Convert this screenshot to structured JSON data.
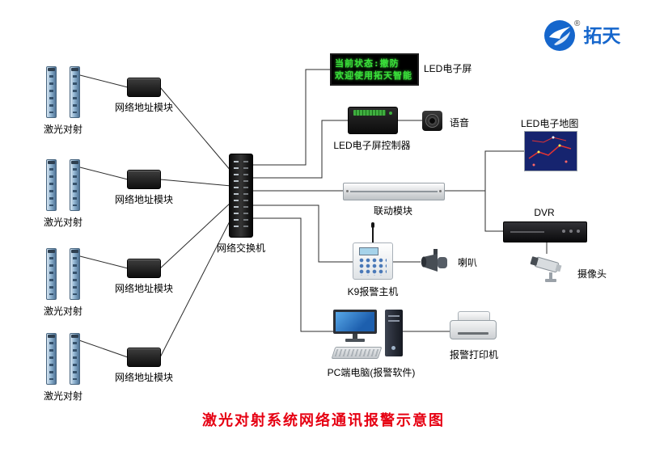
{
  "title": "激光对射系统网络通讯报警示意图",
  "logo": {
    "brand": "拓天",
    "registered": "®"
  },
  "colors": {
    "title_red": "#e60012",
    "led_green": "#3ae03a",
    "logo_blue": "#1566cc",
    "map_blue": "#16246f"
  },
  "laser_pairs": [
    {
      "label": "激光对射"
    },
    {
      "label": "激光对射"
    },
    {
      "label": "激光对射"
    },
    {
      "label": "激光对射"
    }
  ],
  "address_modules": [
    {
      "label": "网络地址模块"
    },
    {
      "label": "网络地址模块"
    },
    {
      "label": "网络地址模块"
    },
    {
      "label": "网络地址模块"
    }
  ],
  "network_switch": {
    "label": "网络交换机"
  },
  "led_screen": {
    "label": "LED电子屏",
    "line1": "当前状态:撤防",
    "line2": "欢迎使用拓天智能"
  },
  "led_controller": {
    "label": "LED电子屏控制器"
  },
  "voice": {
    "label": "语音"
  },
  "led_map": {
    "label": "LED电子地图"
  },
  "linkage_module": {
    "label": "联动模块"
  },
  "dvr": {
    "label": "DVR"
  },
  "camera": {
    "label": "摄像头"
  },
  "k9_host": {
    "label": "K9报警主机"
  },
  "horn": {
    "label": "喇叭"
  },
  "pc": {
    "label": "PC端电脑(报警软件)"
  },
  "printer": {
    "label": "报警打印机"
  }
}
